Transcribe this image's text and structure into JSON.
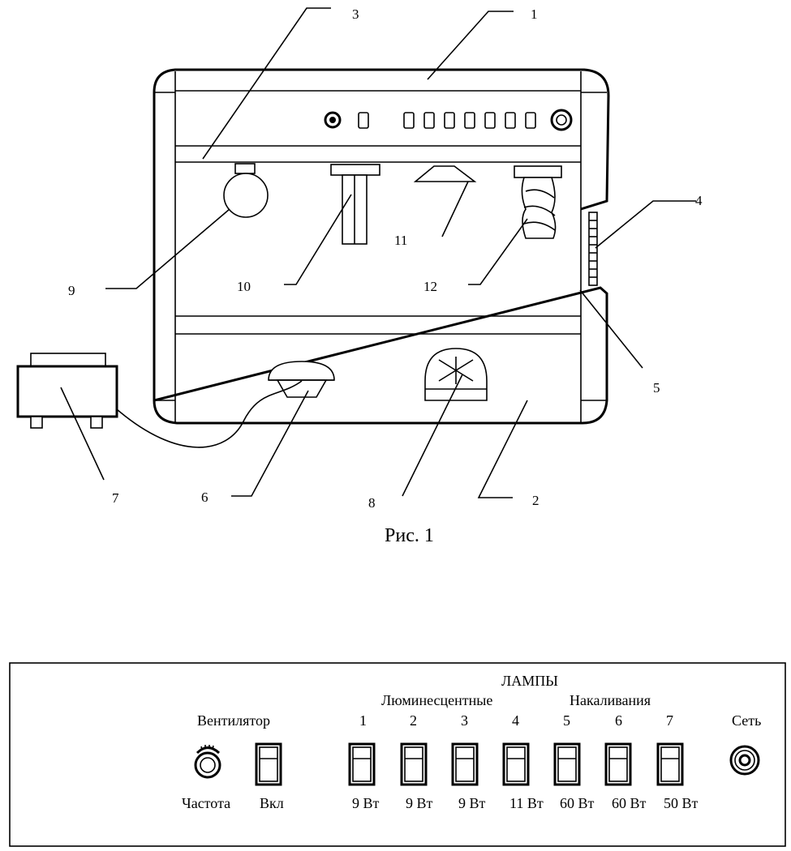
{
  "figure": {
    "caption": "Рис. 1",
    "callouts": [
      "1",
      "2",
      "3",
      "4",
      "5",
      "6",
      "7",
      "8",
      "9",
      "10",
      "11",
      "12"
    ]
  },
  "panel": {
    "group_title": "ЛАМПЫ",
    "fluorescent_label": "Люминесцентные",
    "incandescent_label": "Накаливания",
    "fan_label": "Вентилятор",
    "frequency_label": "Частота",
    "fan_on_label": "Вкл",
    "mains_label": "Сеть",
    "lamps": [
      {
        "number": "1",
        "power": "9 Вт"
      },
      {
        "number": "2",
        "power": "9 Вт"
      },
      {
        "number": "3",
        "power": "9 Вт"
      },
      {
        "number": "4",
        "power": "11 Вт"
      },
      {
        "number": "5",
        "power": "60 Вт"
      },
      {
        "number": "6",
        "power": "60 Вт"
      },
      {
        "number": "7",
        "power": "50 Вт"
      }
    ]
  }
}
